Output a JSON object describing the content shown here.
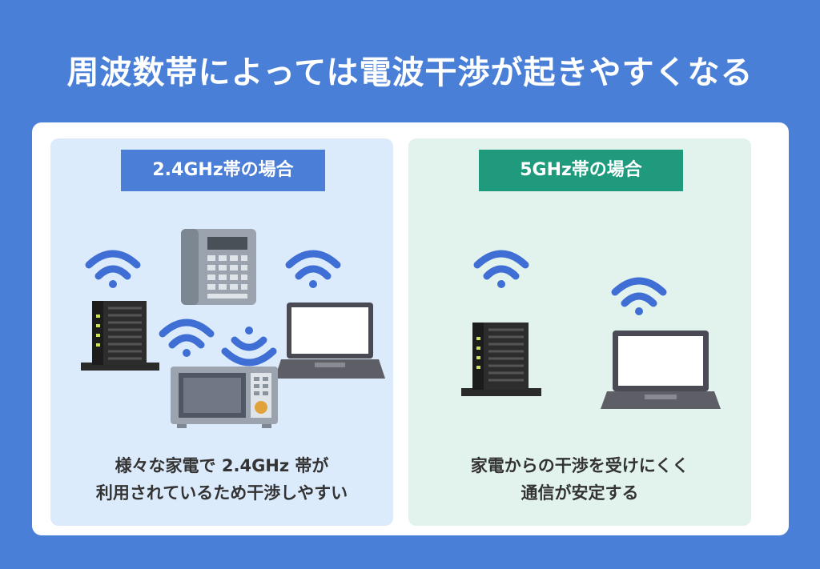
{
  "title": "周波数帯によっては電波干渉が起きやすくなる",
  "left_panel": {
    "label": "2.4GHz帯の場合",
    "caption_line1": "様々な家電で 2.4GHz 帯が",
    "caption_line2": "利用されているため干渉しやすい"
  },
  "right_panel": {
    "label": "5GHz帯の場合",
    "caption_line1": "家電からの干渉を受けにくく",
    "caption_line2": "通信が安定する"
  },
  "colors": {
    "background": "#4a7fd8",
    "left_panel_bg": "#dcebfb",
    "right_panel_bg": "#e2f2ec",
    "left_badge": "#4b7ed6",
    "right_badge": "#1f9a7c",
    "wifi_wave": "#3f6fd4"
  },
  "icons": [
    "wifi-router-icon",
    "desk-phone-icon",
    "laptop-icon",
    "microwave-icon",
    "wifi-wave-icon"
  ]
}
